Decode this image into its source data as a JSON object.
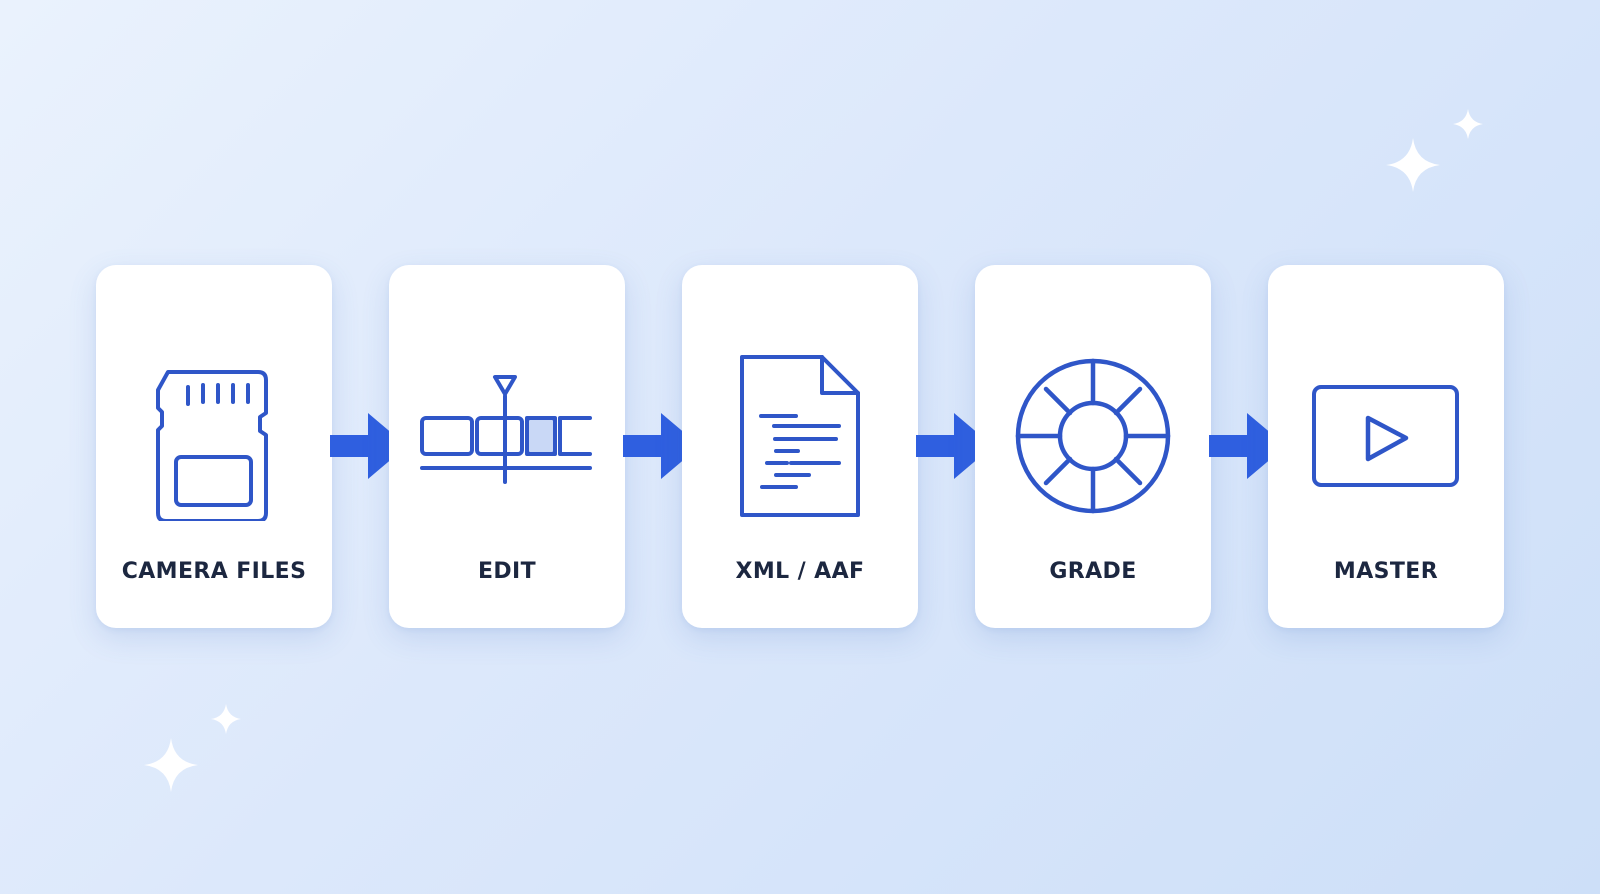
{
  "colors": {
    "accent": "#2f5fe0",
    "icon_stroke": "#2f56c8",
    "label": "#1c2740",
    "card": "#ffffff"
  },
  "steps": [
    {
      "label": "CAMERA FILES",
      "icon": "sd-card-icon"
    },
    {
      "label": "EDIT",
      "icon": "timeline-icon"
    },
    {
      "label": "XML / AAF",
      "icon": "document-icon"
    },
    {
      "label": "GRADE",
      "icon": "color-wheel-icon"
    },
    {
      "label": "MASTER",
      "icon": "play-screen-icon"
    }
  ]
}
